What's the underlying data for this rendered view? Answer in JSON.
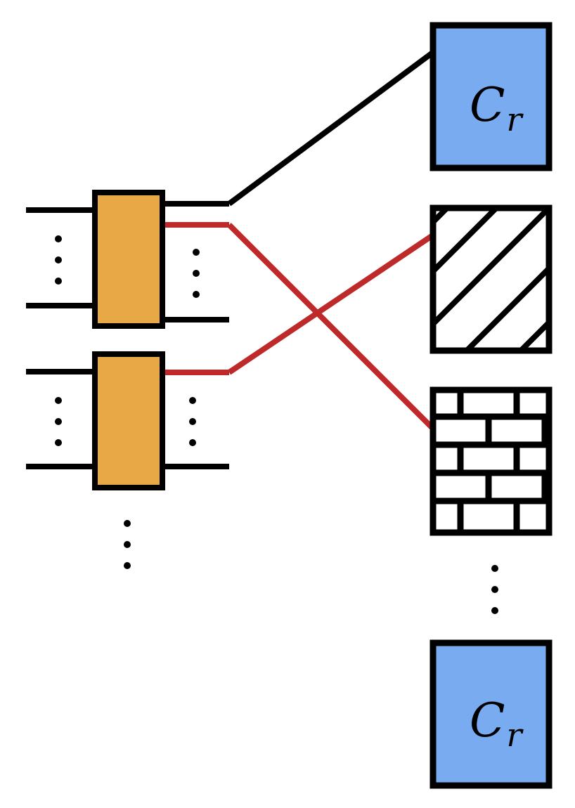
{
  "diagram": {
    "cr_label_top": {
      "main": "C",
      "sub": "r"
    },
    "cr_label_bottom": {
      "main": "C",
      "sub": "r"
    },
    "colors": {
      "gate_fill": "#E8A845",
      "cr_fill": "#78ABEF",
      "line": "#000000",
      "highlight_wire": "#BE2A2A",
      "background": "#FFFFFF"
    },
    "nodes": [
      {
        "id": "gate-top",
        "kind": "gate"
      },
      {
        "id": "gate-bottom",
        "kind": "gate"
      },
      {
        "id": "cr-top",
        "kind": "cr-box"
      },
      {
        "id": "hatched-box",
        "kind": "hatched-box"
      },
      {
        "id": "brick-box",
        "kind": "brick-box"
      },
      {
        "id": "cr-bottom",
        "kind": "cr-box"
      }
    ],
    "connections": [
      {
        "from": "gate-top",
        "to": "cr-top",
        "color": "line"
      },
      {
        "from": "gate-top",
        "to": "brick-box",
        "color": "highlight_wire"
      },
      {
        "from": "gate-bottom",
        "to": "hatched-box",
        "color": "highlight_wire"
      }
    ]
  }
}
